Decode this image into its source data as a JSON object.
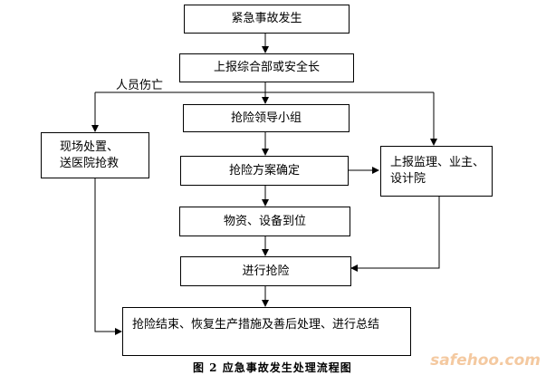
{
  "nodes": {
    "emergency": "紧急事故发生",
    "report_head": "上报综合部或安全长",
    "rescue_team": "抢险领导小组",
    "plan": "抢险方案确定",
    "materials": "物资、设备到位",
    "rescue": "进行抢险",
    "end": "抢险结束、恢复生产措施及善后处理、进行总结",
    "onsite_line1": "现场处置、",
    "onsite_line2": "送医院抢救",
    "supervise_line1": "上报监理、业主、",
    "supervise_line2": "设计院"
  },
  "edge_labels": {
    "injury": "人员伤亡"
  },
  "caption": "图 2    应急事故发生处理流程图",
  "watermark": {
    "text": "safehoo.com",
    "color": "#f4c9a0"
  }
}
